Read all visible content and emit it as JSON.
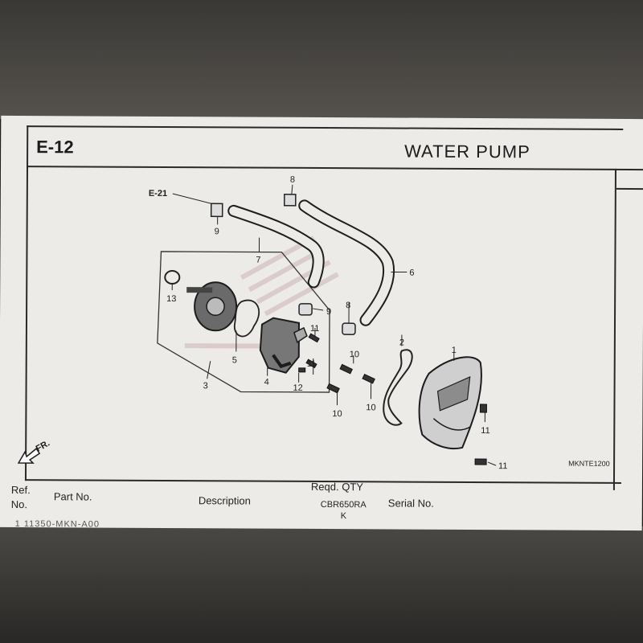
{
  "header": {
    "section_code": "E-12",
    "title": "WATER PUMP"
  },
  "diagram": {
    "callouts": [
      "1",
      "2",
      "3",
      "4",
      "5",
      "6",
      "7",
      "8",
      "8",
      "9",
      "9",
      "10",
      "10",
      "10",
      "11",
      "11",
      "11",
      "11",
      "12",
      "13"
    ],
    "ref_section": "E-21",
    "front_arrow": "FR.",
    "drawing_code": "MKNTE1200"
  },
  "table": {
    "columns": {
      "ref_top": "Ref.",
      "ref_bottom": "No.",
      "part_no": "Part No.",
      "description": "Description",
      "reqd_qty": "Reqd. QTY",
      "model_line1": "CBR650RA",
      "model_line2": "K",
      "serial": "Serial No."
    },
    "cut_row": "1  11350-MKN-A00"
  }
}
